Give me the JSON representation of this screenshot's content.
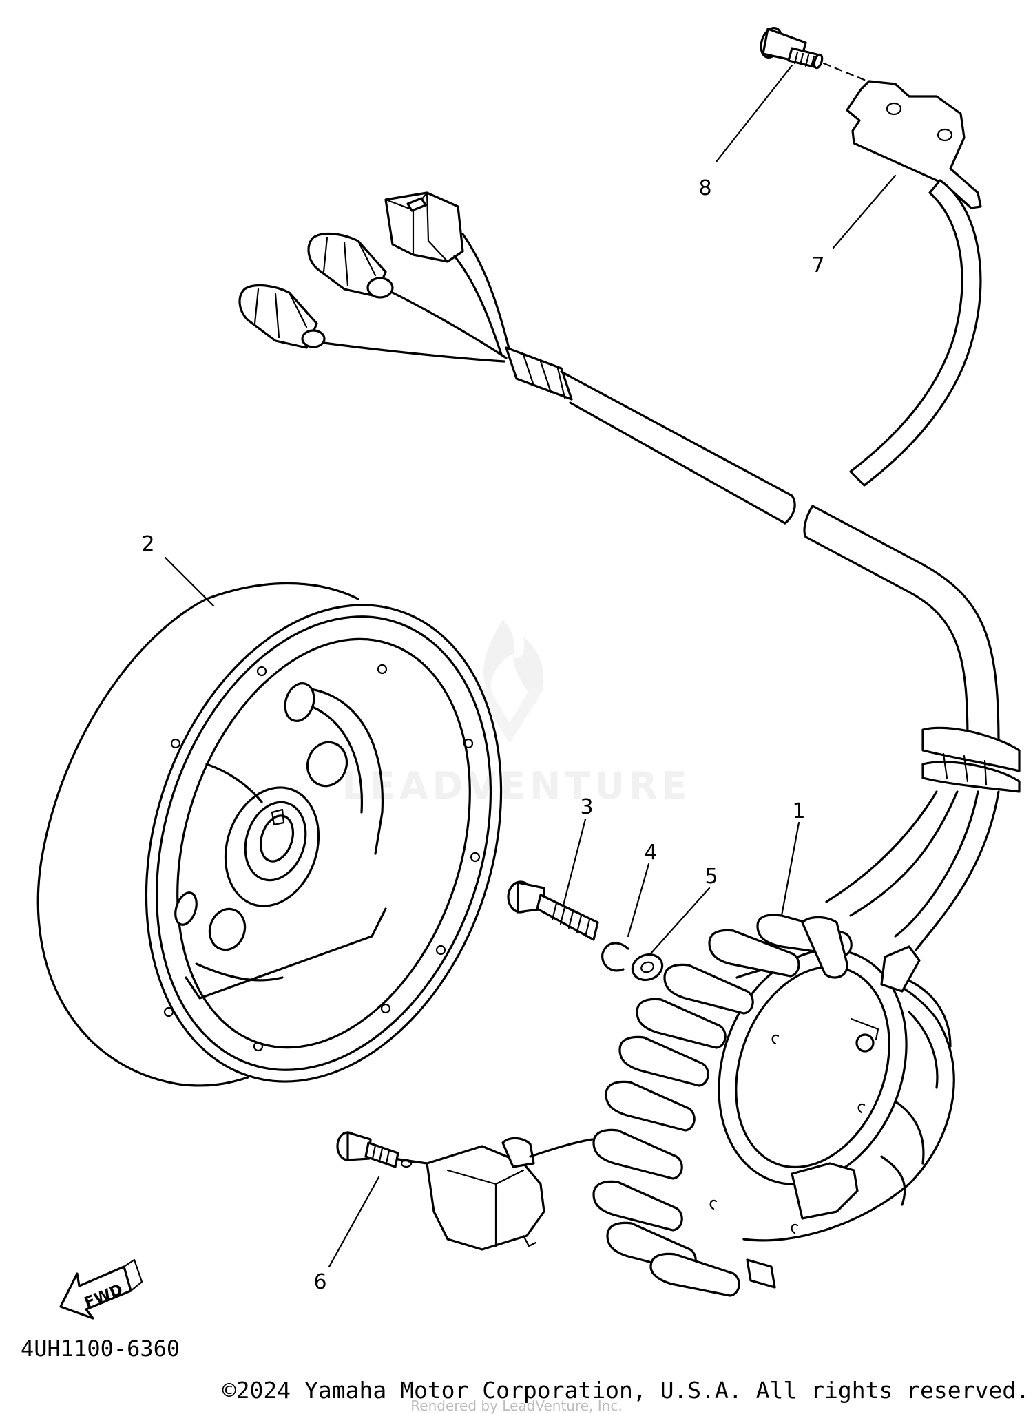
{
  "watermark": {
    "text": "LEADVENTURE"
  },
  "callouts": [
    {
      "id": "1",
      "label": "1"
    },
    {
      "id": "2",
      "label": "2"
    },
    {
      "id": "3",
      "label": "3"
    },
    {
      "id": "4",
      "label": "4"
    },
    {
      "id": "5",
      "label": "5"
    },
    {
      "id": "6",
      "label": "6"
    },
    {
      "id": "7",
      "label": "7"
    },
    {
      "id": "8",
      "label": "8"
    }
  ],
  "fwd_arrow_label": "FWD",
  "part_code": "4UH1100-6360",
  "copyright": "©2024 Yamaha Motor Corporation, U.S.A. All rights reserved.",
  "rendered_by": "Rendered by LeadVenture, Inc."
}
